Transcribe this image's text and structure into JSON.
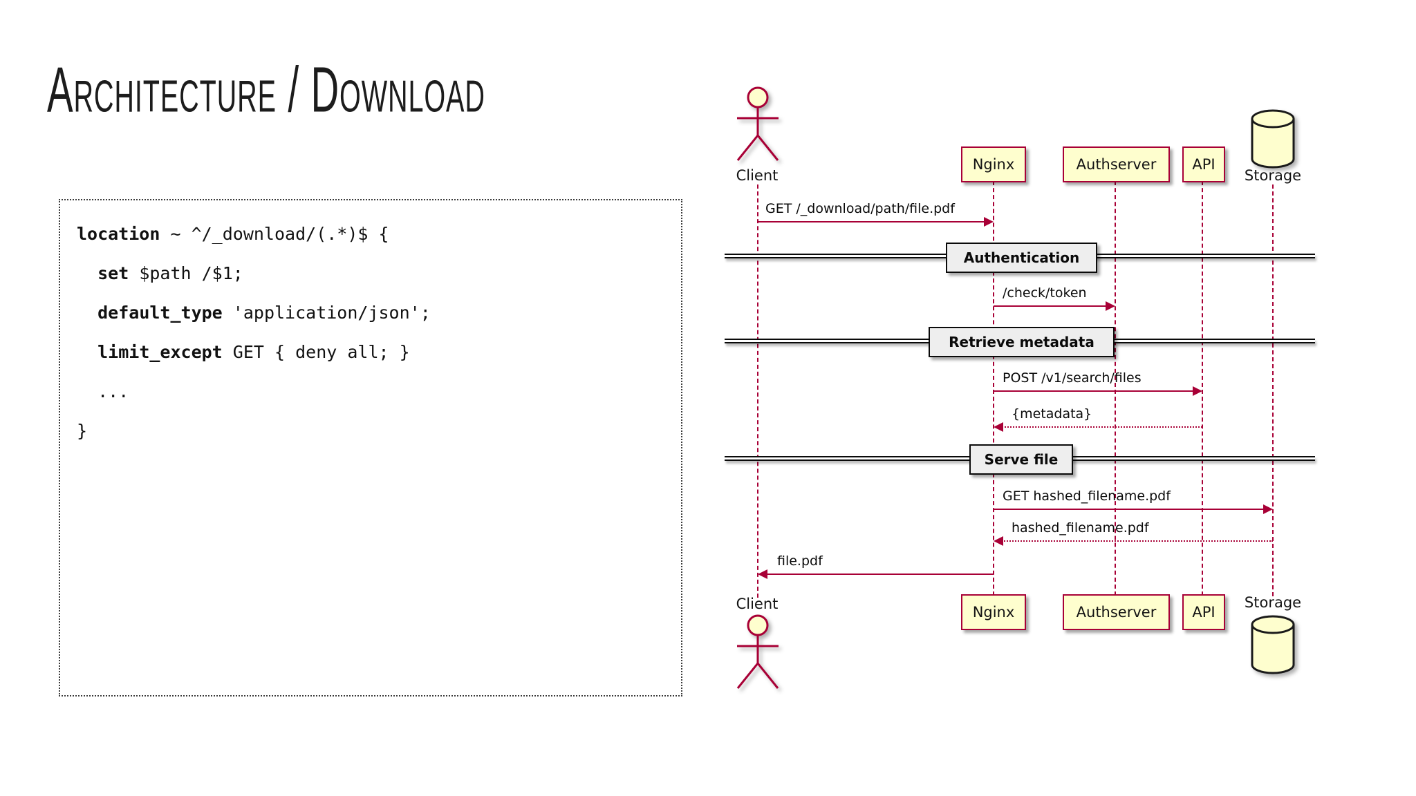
{
  "slide": {
    "title": "Architecture / Download",
    "code": {
      "lines": [
        {
          "pre": "",
          "keyword": "location",
          "rest": " ~ ^/_download/(.*)$ {"
        },
        {
          "pre": "  ",
          "keyword": "set",
          "rest": " $path /$1;"
        },
        {
          "pre": "  ",
          "keyword": "default_type",
          "rest": " 'application/json';"
        },
        {
          "pre": "  ",
          "keyword": "limit_except",
          "rest": " GET { deny all; }"
        },
        {
          "pre": "  ",
          "keyword": "",
          "rest": "..."
        },
        {
          "pre": "",
          "keyword": "",
          "rest": "}"
        }
      ]
    },
    "diagram": {
      "type": "sequence",
      "participants": {
        "client": {
          "label": "Client",
          "icon": "actor-icon"
        },
        "nginx": {
          "label": "Nginx",
          "icon": "box"
        },
        "authserver": {
          "label": "Authserver",
          "icon": "box"
        },
        "api": {
          "label": "API",
          "icon": "box"
        },
        "storage": {
          "label": "Storage",
          "icon": "database-icon"
        }
      },
      "dividers": [
        {
          "label": "Authentication"
        },
        {
          "label": "Retrieve metadata"
        },
        {
          "label": "Serve file"
        }
      ],
      "messages": [
        {
          "label": "GET /_download/path/file.pdf",
          "from": "Client",
          "to": "Nginx",
          "style": "solid"
        },
        {
          "label": "/check/token",
          "from": "Nginx",
          "to": "Authserver",
          "style": "solid"
        },
        {
          "label": "POST /v1/search/files",
          "from": "Nginx",
          "to": "API",
          "style": "solid"
        },
        {
          "label": "{metadata}",
          "from": "API",
          "to": "Nginx",
          "style": "dashed"
        },
        {
          "label": "GET hashed_filename.pdf",
          "from": "Nginx",
          "to": "Storage",
          "style": "solid"
        },
        {
          "label": "hashed_filename.pdf",
          "from": "Storage",
          "to": "Nginx",
          "style": "dashed"
        },
        {
          "label": "file.pdf",
          "from": "Nginx",
          "to": "Client",
          "style": "solid"
        }
      ],
      "colors": {
        "accent": "#A80036",
        "participant_fill": "#FEFECE",
        "divider_fill": "#EEEEEE",
        "line": "#0A0A0A"
      }
    }
  }
}
